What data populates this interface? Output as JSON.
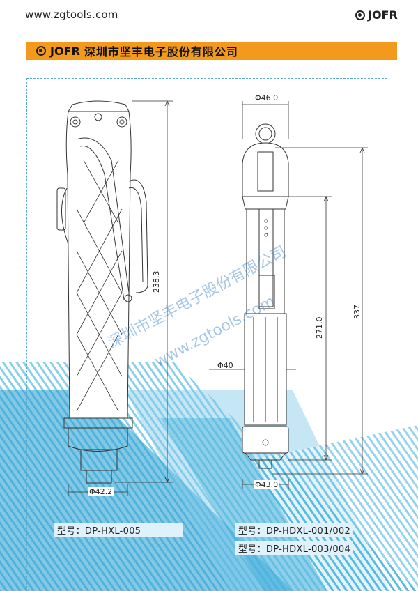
{
  "header": {
    "url": "www.zgtools.com",
    "brand": "JOFR"
  },
  "banner": {
    "brand": "JOFR",
    "company": "深圳市坚丰电子股份有限公司",
    "color": "#f39a1e"
  },
  "drawing_left": {
    "dim_height": "238.3",
    "dim_diameter": "Φ42.2"
  },
  "drawing_right": {
    "dim_top_diameter": "Φ46.0",
    "dim_mid_diameter": "Φ40",
    "dim_bottom_diameter": "Φ43.0",
    "dim_length_inner": "271.0",
    "dim_length_total": "337"
  },
  "watermark": {
    "company": "深圳市坚丰电子股份有限公司",
    "url": "www.zgtools.com"
  },
  "models": {
    "left": "型号：DP-HXL-005",
    "right1": "型号：DP-HDXL-001/002",
    "right2": "型号：DP-HDXL-003/004"
  },
  "colors": {
    "accent": "#f39a1e",
    "blue_decor": "#2aa7d8",
    "outline": "#333333"
  }
}
